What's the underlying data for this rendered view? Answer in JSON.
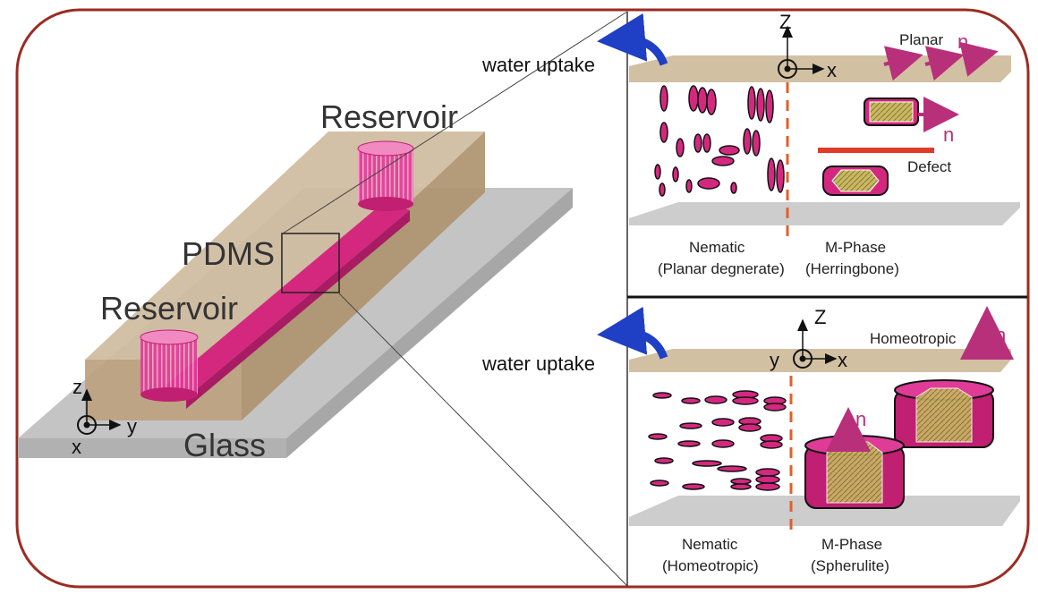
{
  "left_panel": {
    "reservoir_top": "Reservoir",
    "reservoir_bottom": "Reservoir",
    "pdms": "PDMS",
    "glass": "Glass",
    "axes": {
      "z": "z",
      "y": "y",
      "x": "x"
    }
  },
  "top_panel": {
    "water_uptake": "water uptake",
    "axes": {
      "z": "Z",
      "x": "x"
    },
    "planar": "Planar",
    "director_planar": "n",
    "director_mphase": "n",
    "defect": "Defect",
    "left_caption": {
      "line1": "Nematic",
      "line2": "(Planar degnerate)"
    },
    "right_caption": {
      "line1": "M-Phase",
      "line2": "(Herringbone)"
    }
  },
  "bottom_panel": {
    "water_uptake": "water uptake",
    "axes": {
      "z": "Z",
      "y": "y",
      "x": "x"
    },
    "homeotropic": "Homeotropic",
    "director_homeotropic": "n",
    "director_mphase": "n",
    "left_caption": {
      "line1": "Nematic",
      "line2": "(Homeotropic)"
    },
    "right_caption": {
      "line1": "M-Phase",
      "line2": "(Spherulite)"
    }
  },
  "colors": {
    "frame": "#9c2b22",
    "pdms": "#c9b497",
    "glass": "#c4c4c4",
    "channel": "#d4287f",
    "director": "#b8307a",
    "defect": "#e03a2a",
    "arrow": "#1f3fc4",
    "dash": "#e0602a"
  }
}
